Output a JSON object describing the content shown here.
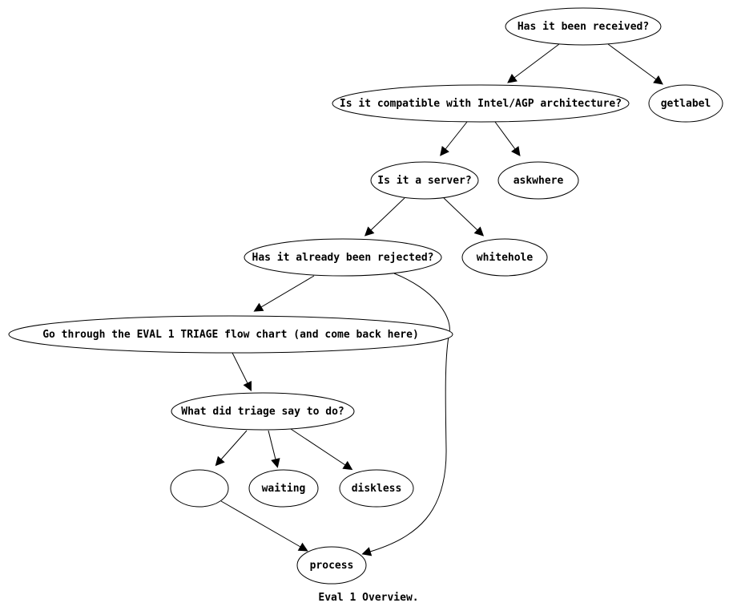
{
  "diagram": {
    "caption": "Eval 1 Overview.",
    "colors": {
      "stroke": "#000000",
      "fill": "#ffffff",
      "text": "#000000"
    },
    "nodes": [
      {
        "id": "received",
        "label": "Has it been received?"
      },
      {
        "id": "compatible",
        "label": "Is it compatible with Intel/AGP architecture?"
      },
      {
        "id": "getlabel",
        "label": "getlabel"
      },
      {
        "id": "server",
        "label": "Is it a server?"
      },
      {
        "id": "askwhere",
        "label": "askwhere"
      },
      {
        "id": "rejected",
        "label": "Has it already been rejected?"
      },
      {
        "id": "whitehole",
        "label": "whitehole"
      },
      {
        "id": "triage",
        "label": "Go through the EVAL 1 TRIAGE flow chart (and come back here)"
      },
      {
        "id": "whatdid",
        "label": "What did triage say to do?"
      },
      {
        "id": "blank",
        "label": ""
      },
      {
        "id": "waiting",
        "label": "waiting"
      },
      {
        "id": "diskless",
        "label": "diskless"
      },
      {
        "id": "process",
        "label": "process"
      }
    ],
    "edges": [
      {
        "from": "received",
        "to": "compatible"
      },
      {
        "from": "received",
        "to": "getlabel"
      },
      {
        "from": "compatible",
        "to": "server"
      },
      {
        "from": "compatible",
        "to": "askwhere"
      },
      {
        "from": "server",
        "to": "rejected"
      },
      {
        "from": "server",
        "to": "whitehole"
      },
      {
        "from": "rejected",
        "to": "triage"
      },
      {
        "from": "rejected",
        "to": "process"
      },
      {
        "from": "triage",
        "to": "whatdid"
      },
      {
        "from": "whatdid",
        "to": "blank"
      },
      {
        "from": "whatdid",
        "to": "waiting"
      },
      {
        "from": "whatdid",
        "to": "diskless"
      },
      {
        "from": "blank",
        "to": "process"
      }
    ]
  }
}
